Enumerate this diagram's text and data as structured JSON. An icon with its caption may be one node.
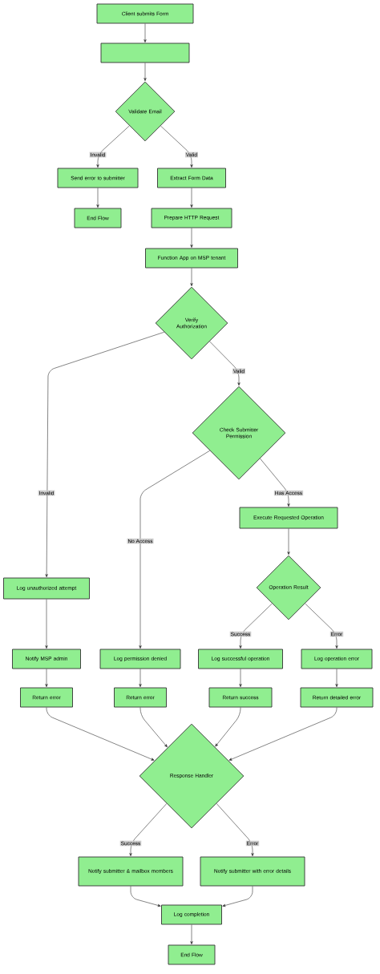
{
  "diagram": {
    "nodes": [
      {
        "text": [
          "Client submits Form"
        ]
      },
      {
        "text": [],
        "shape": "box"
      },
      {
        "text": [
          "Validate Email"
        ]
      },
      {
        "text": [
          "Send error to submitter"
        ]
      },
      {
        "text": [
          "End Flow"
        ]
      },
      {
        "text": [
          "Extract Form Data"
        ]
      },
      {
        "text": [
          "Prepare HTTP Request"
        ]
      },
      {
        "text": [
          "Function App on MSP tenant"
        ]
      },
      {
        "text": [
          "Verify Authorization"
        ]
      },
      {
        "text": [
          "Check Submitter Permission"
        ]
      },
      {
        "text": [
          "Log unauthorized attempt"
        ]
      },
      {
        "text": [
          "Execute Requested Operation"
        ]
      },
      {
        "text": [
          "Operation Result"
        ]
      },
      {
        "text": [
          "Notify MSP admin"
        ]
      },
      {
        "text": [
          "Log permission denied"
        ]
      },
      {
        "text": [
          "Log successful operation"
        ]
      },
      {
        "text": [
          "Log operation error"
        ]
      },
      {
        "text": [
          "Return error"
        ]
      },
      {
        "text": [
          "Return error"
        ]
      },
      {
        "text": [
          "Return success"
        ]
      },
      {
        "text": [
          "Return detailed error"
        ]
      },
      {
        "text": [
          "Response Handler"
        ]
      },
      {
        "text": [
          "Notify submitter & mailbox members"
        ]
      },
      {
        "text": [
          "Notify submitter with error details"
        ]
      },
      {
        "text": [
          "Log completion"
        ]
      },
      {
        "text": [
          "End Flow"
        ]
      }
    ],
    "edges": [
      {
        "from": 0,
        "to": 1,
        "arrow": "to"
      },
      {
        "from": 1,
        "to": 2,
        "arrow": "to"
      },
      {
        "from": 2,
        "to": 3,
        "arrow": "to",
        "label": "Invalid"
      },
      {
        "from": 2,
        "to": 5,
        "arrow": "to",
        "label": "Valid"
      },
      {
        "from": 3,
        "to": 4,
        "arrow": "to"
      },
      {
        "from": 5,
        "to": 6,
        "arrow": "to"
      },
      {
        "from": 6,
        "to": 7,
        "arrow": "to"
      },
      {
        "from": 7,
        "to": 8,
        "arrow": "to"
      },
      {
        "from": 8,
        "to": 10,
        "arrow": "to",
        "label": "Invalid"
      },
      {
        "from": 8,
        "to": 9,
        "arrow": "to",
        "label": "Valid"
      },
      {
        "from": 9,
        "to": 14,
        "arrow": "to",
        "label": "No Access"
      },
      {
        "from": 9,
        "to": 11,
        "arrow": "to",
        "label": "Has Access"
      },
      {
        "from": 10,
        "to": 13,
        "arrow": "to"
      },
      {
        "from": 11,
        "to": 12,
        "arrow": "to"
      },
      {
        "from": 12,
        "to": 15,
        "arrow": "to",
        "label": "Success"
      },
      {
        "from": 12,
        "to": 16,
        "arrow": "to",
        "label": "Error"
      },
      {
        "from": 13,
        "to": 17,
        "arrow": "to"
      },
      {
        "from": 14,
        "to": 18,
        "arrow": "to"
      },
      {
        "from": 15,
        "to": 19,
        "arrow": "to"
      },
      {
        "from": 16,
        "to": 20,
        "arrow": "to"
      },
      {
        "from": 17,
        "to": 21,
        "arrow": "to"
      },
      {
        "from": 18,
        "to": 21,
        "arrow": "to"
      },
      {
        "from": 19,
        "to": 21,
        "arrow": "to"
      },
      {
        "from": 20,
        "to": 21,
        "arrow": "to"
      },
      {
        "from": 21,
        "to": 22,
        "arrow": "to",
        "label": "Success"
      },
      {
        "from": 21,
        "to": 23,
        "arrow": "to",
        "label": "Error"
      },
      {
        "from": 22,
        "to": 24,
        "arrow": "to"
      },
      {
        "from": 23,
        "to": 24,
        "arrow": "to"
      },
      {
        "from": 24,
        "to": 25,
        "arrow": "to"
      }
    ]
  }
}
